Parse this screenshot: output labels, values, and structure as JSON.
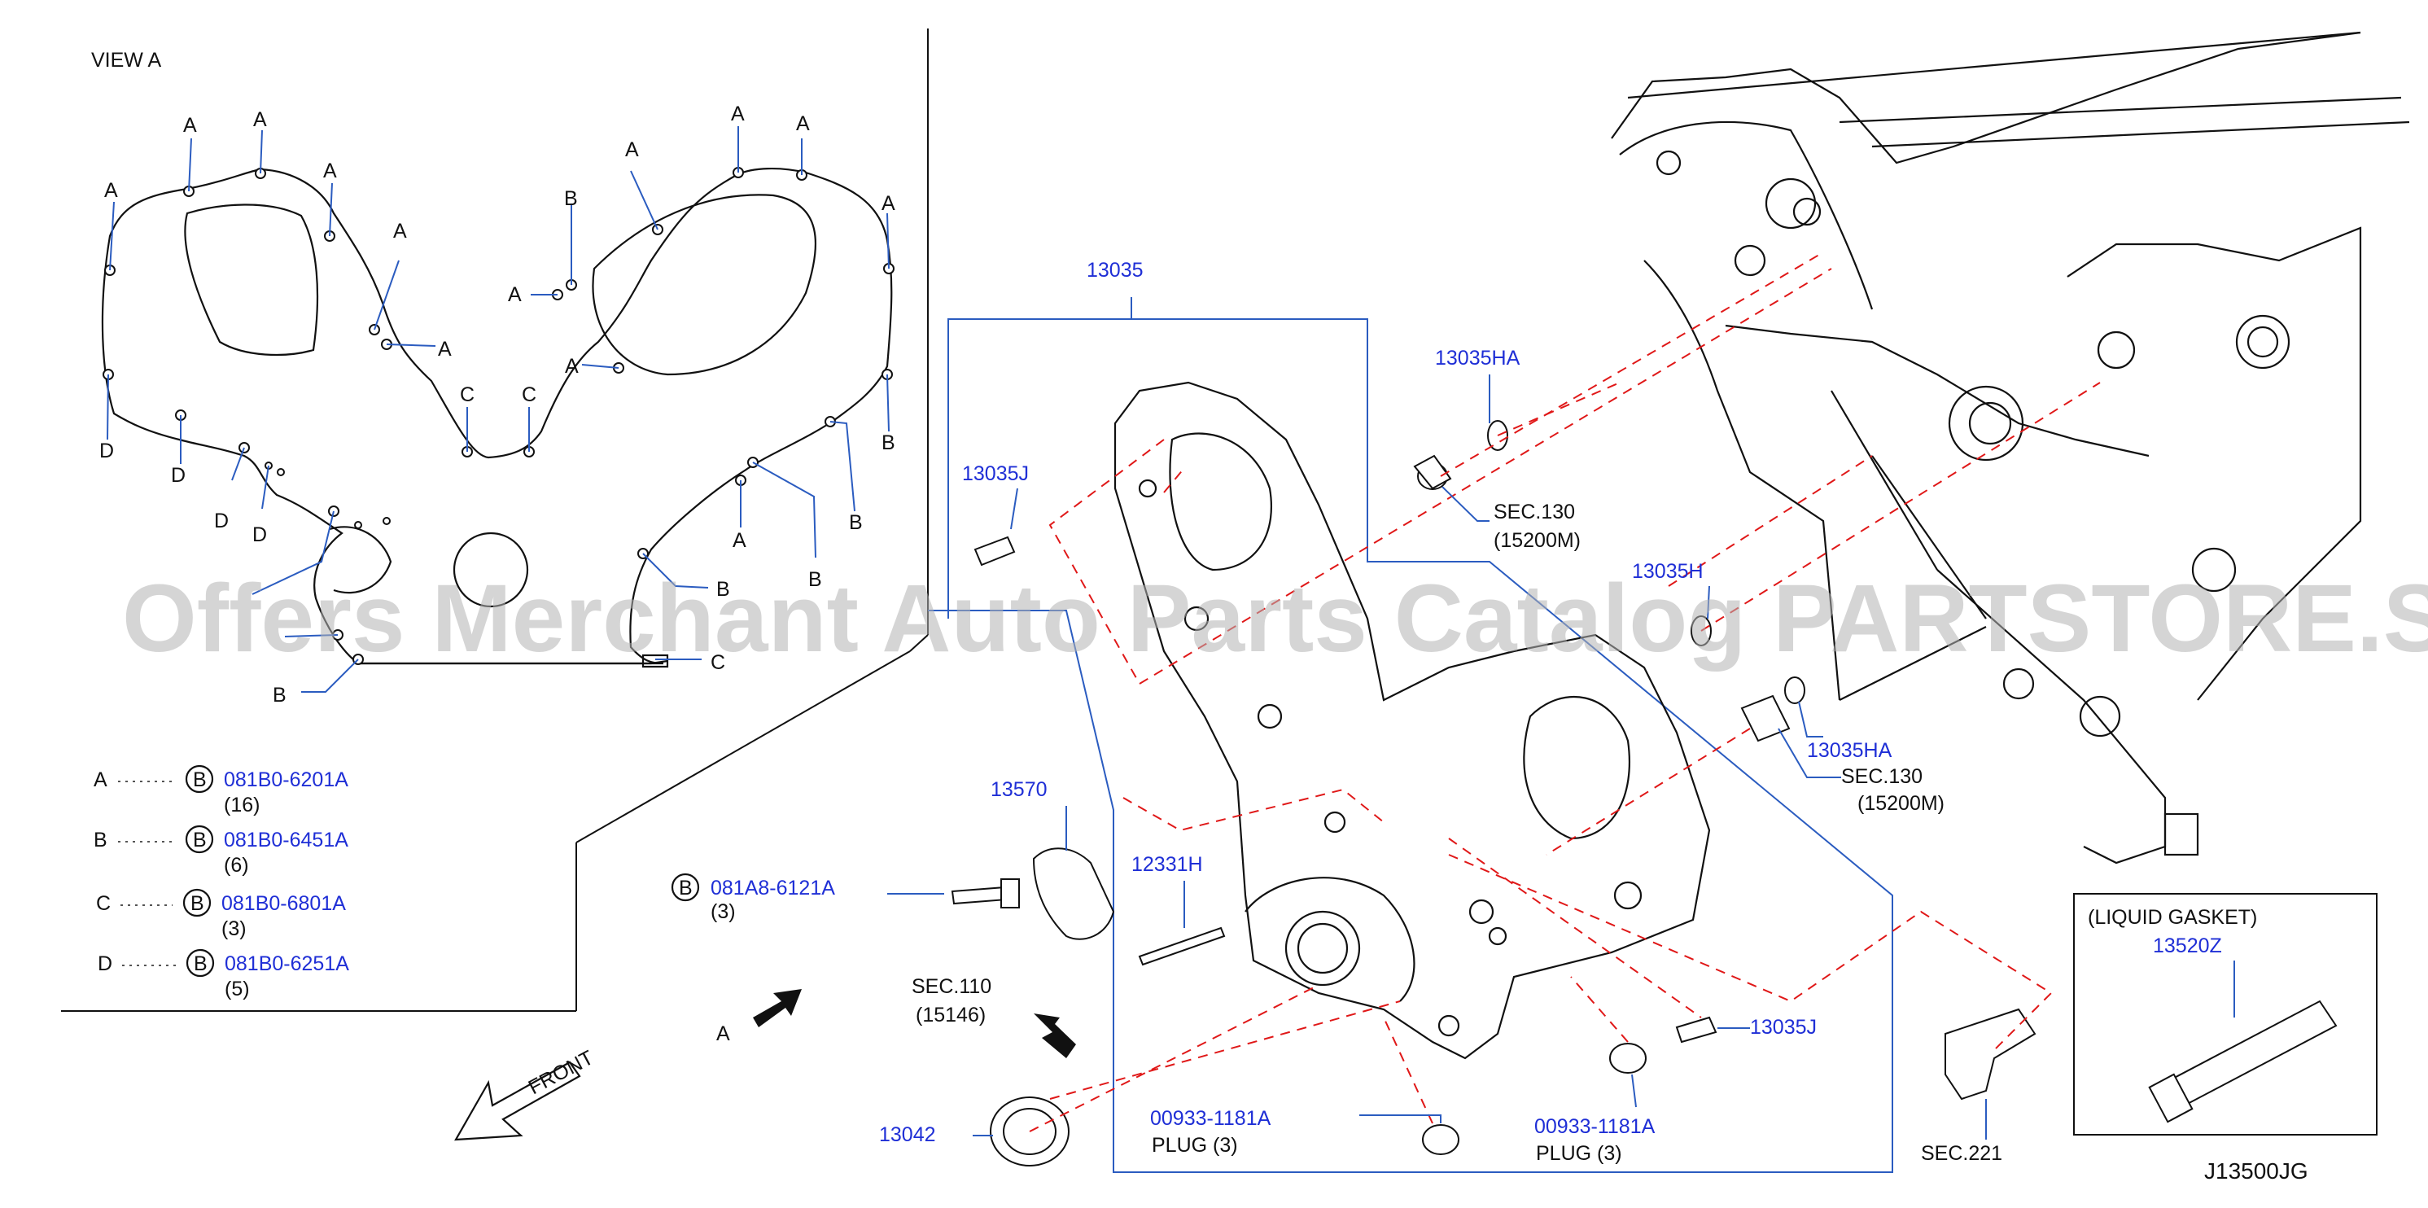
{
  "view_title": "VIEW   A",
  "bolt_keys": [
    {
      "letter": "A",
      "circle": "B",
      "part": "081B0-6201A",
      "qty": "(16)"
    },
    {
      "letter": "B",
      "circle": "B",
      "part": "081B0-6451A",
      "qty": "(6)"
    },
    {
      "letter": "C",
      "circle": "B",
      "part": "081B0-6801A",
      "qty": "(3)"
    },
    {
      "letter": "D",
      "circle": "B",
      "part": "081B0-6251A",
      "qty": "(5)"
    }
  ],
  "bolt_letters": {
    "a": "A",
    "b": "B",
    "c": "C",
    "d": "D"
  },
  "front_label": "FRONT",
  "arrow_label": "A",
  "parts": {
    "p13035": "13035",
    "p13035HA_top": "13035HA",
    "p13035J_left": "13035J",
    "sec130_top": "SEC.130",
    "sec130_top_sub": "(15200M)",
    "p13035H": "13035H",
    "p13035HA_mid": "13035HA",
    "sec130_mid": "SEC.130",
    "sec130_mid_sub": "(15200M)",
    "p13570": "13570",
    "p12331H": "12331H",
    "bolt_circle": "B",
    "bolt_part": "081A8-6121A",
    "bolt_qty": "(3)",
    "sec110": "SEC.110",
    "sec110_sub": "(15146)",
    "p13035J_right": "13035J",
    "p13042": "13042",
    "plug1_part": "00933-1181A",
    "plug1_text": "PLUG   (3)",
    "plug2_part": "00933-1181A",
    "plug2_text": "PLUG   (3)",
    "sec221": "SEC.221",
    "liquid_gasket": "(LIQUID   GASKET)",
    "p13520Z": "13520Z",
    "diagram_code": "J13500JG"
  },
  "watermark": "Offers Merchant Auto Parts Catalog PARTSTORE.SA",
  "colors": {
    "part_number": "#1f2fd6",
    "leader": "#2b5cc0",
    "dashed_guide": "#e01818",
    "line": "#111111"
  }
}
